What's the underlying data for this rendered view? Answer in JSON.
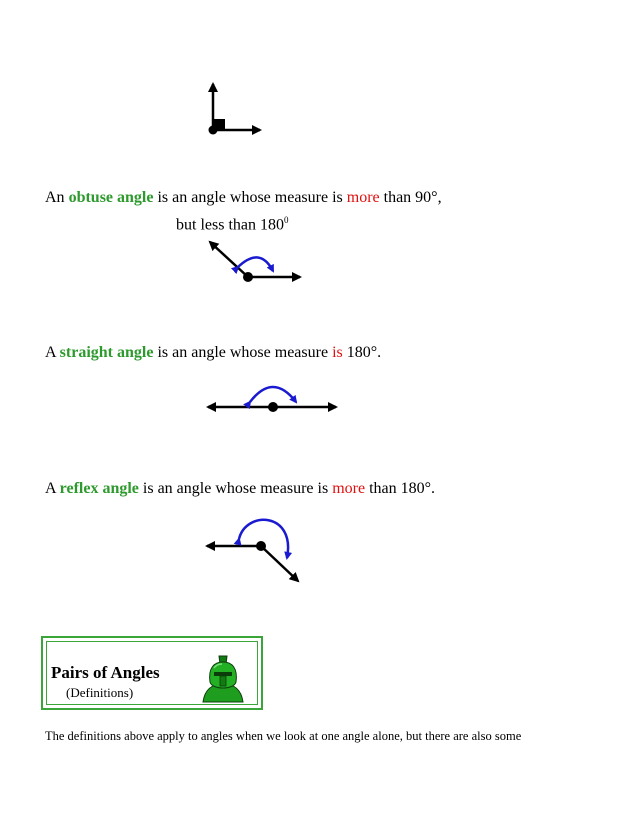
{
  "obtuse": {
    "prefix": "An ",
    "term": "obtuse angle",
    "mid": " is an angle whose measure is ",
    "keyword": "more",
    "suffix": " than 90°,",
    "line2": "but less than 180",
    "line2_sup": "0"
  },
  "straight": {
    "prefix": "A ",
    "term": "straight angle",
    "mid": " is an angle whose measure ",
    "keyword": "is",
    "suffix": " 180°."
  },
  "reflex": {
    "prefix": "A ",
    "term": "reflex angle",
    "mid": " is an angle whose measure is ",
    "keyword": "more",
    "suffix": " than 180°."
  },
  "box": {
    "title": "Pairs of Angles",
    "subtitle": "(Definitions)"
  },
  "footer": {
    "text": "The definitions above apply to angles when we look at one angle alone, but there are also some"
  },
  "colors": {
    "term_green": "#2e9a2e",
    "keyword_red": "#e01010",
    "arc_blue": "#1a1ad0",
    "border_green": "#3aa63a"
  }
}
